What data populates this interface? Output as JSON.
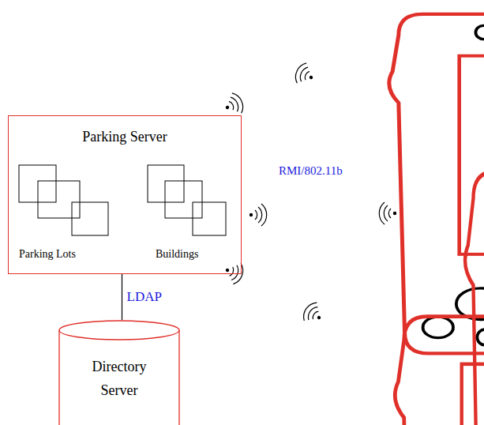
{
  "diagram": {
    "nodes": [
      {
        "text": [
          "Parking Server"
        ]
      },
      {
        "text": [
          "Parking Lots"
        ],
        "in": 0
      },
      {
        "text": [
          "Buildings"
        ],
        "in": 0
      },
      {
        "text": [
          "Directory Server"
        ]
      }
    ],
    "edges": [
      {
        "from": 0,
        "to": 3,
        "arrow": "none",
        "label": "LDAP"
      }
    ],
    "labels": [
      "RMI/802.11b"
    ]
  }
}
